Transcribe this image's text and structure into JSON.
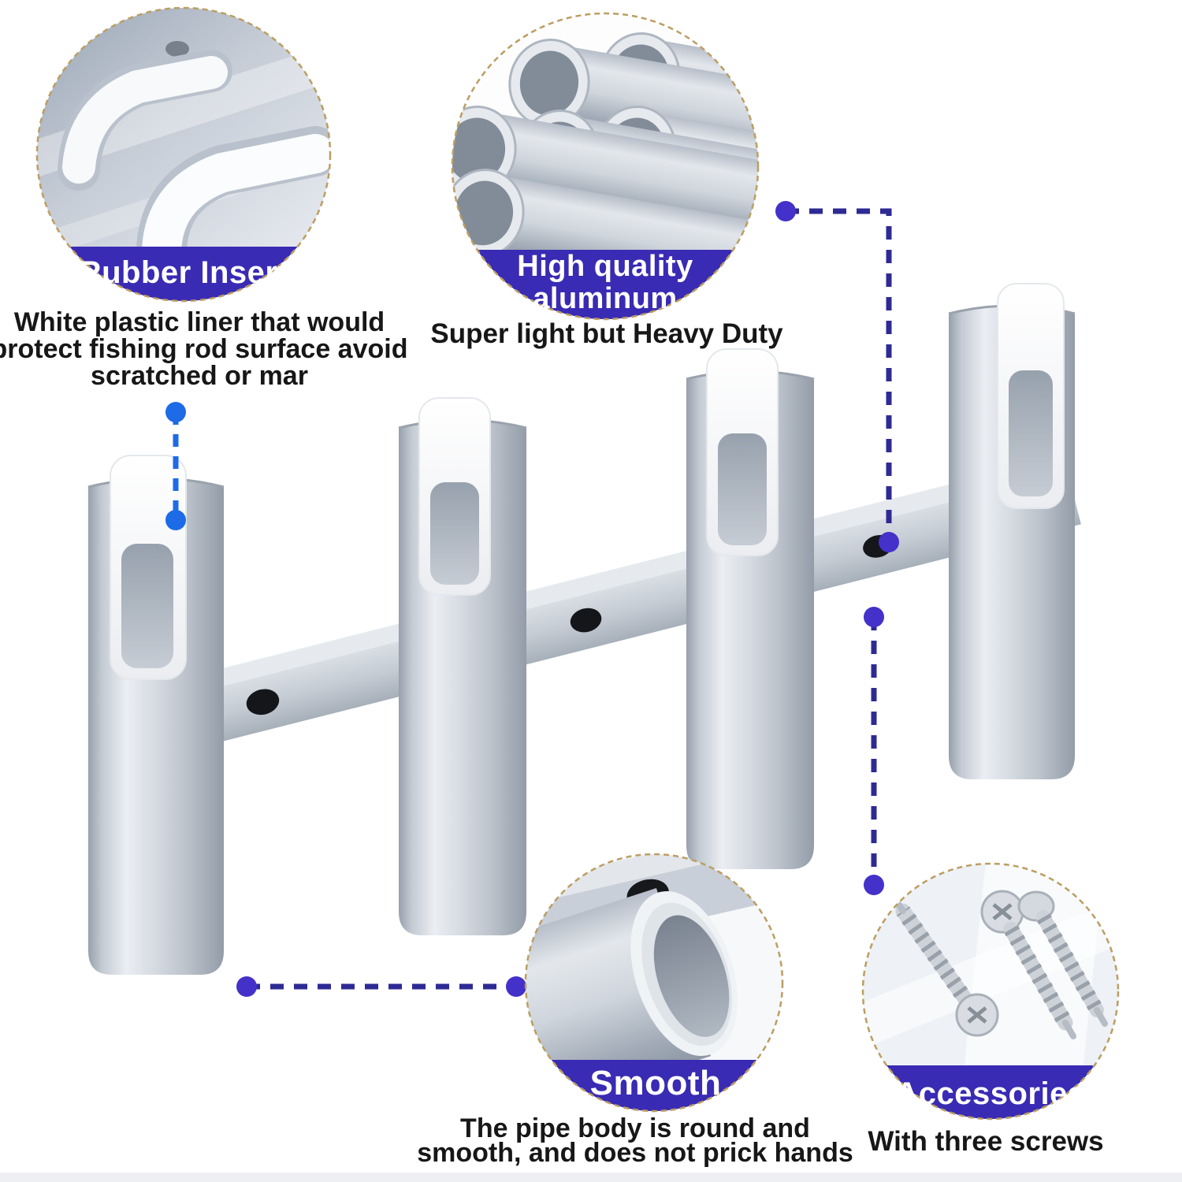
{
  "image_type": "product-feature-infographic",
  "product": {
    "subject": "fishing rod holder rack",
    "tube_count": 4,
    "rail_screw_hole_count": 3
  },
  "colors": {
    "banner": "#392BB3",
    "leader_indigo": "#2E2A94",
    "dot_indigo": "#4431C9",
    "leader_blue": "#1D6BE6",
    "circle_border": "#BC9E62",
    "text": "#171717",
    "metal_light": "#E9EDF1",
    "metal_dark": "#97A0AB",
    "background": "#FFFFFF"
  },
  "callouts": {
    "rubber_insert": {
      "label": "Rubber Insert",
      "desc_lines": [
        "White plastic liner that would",
        "protect fishing rod surface avoid",
        "scratched or mar"
      ]
    },
    "aluminum": {
      "label_lines": [
        "High quality",
        "aluminum"
      ],
      "description": "Super light but Heavy Duty"
    },
    "smooth": {
      "label": "Smooth",
      "desc_lines": [
        "The pipe body is round and",
        "smooth, and does not prick hands"
      ]
    },
    "accessories": {
      "label": "Accessories",
      "description": "With three screws"
    }
  }
}
